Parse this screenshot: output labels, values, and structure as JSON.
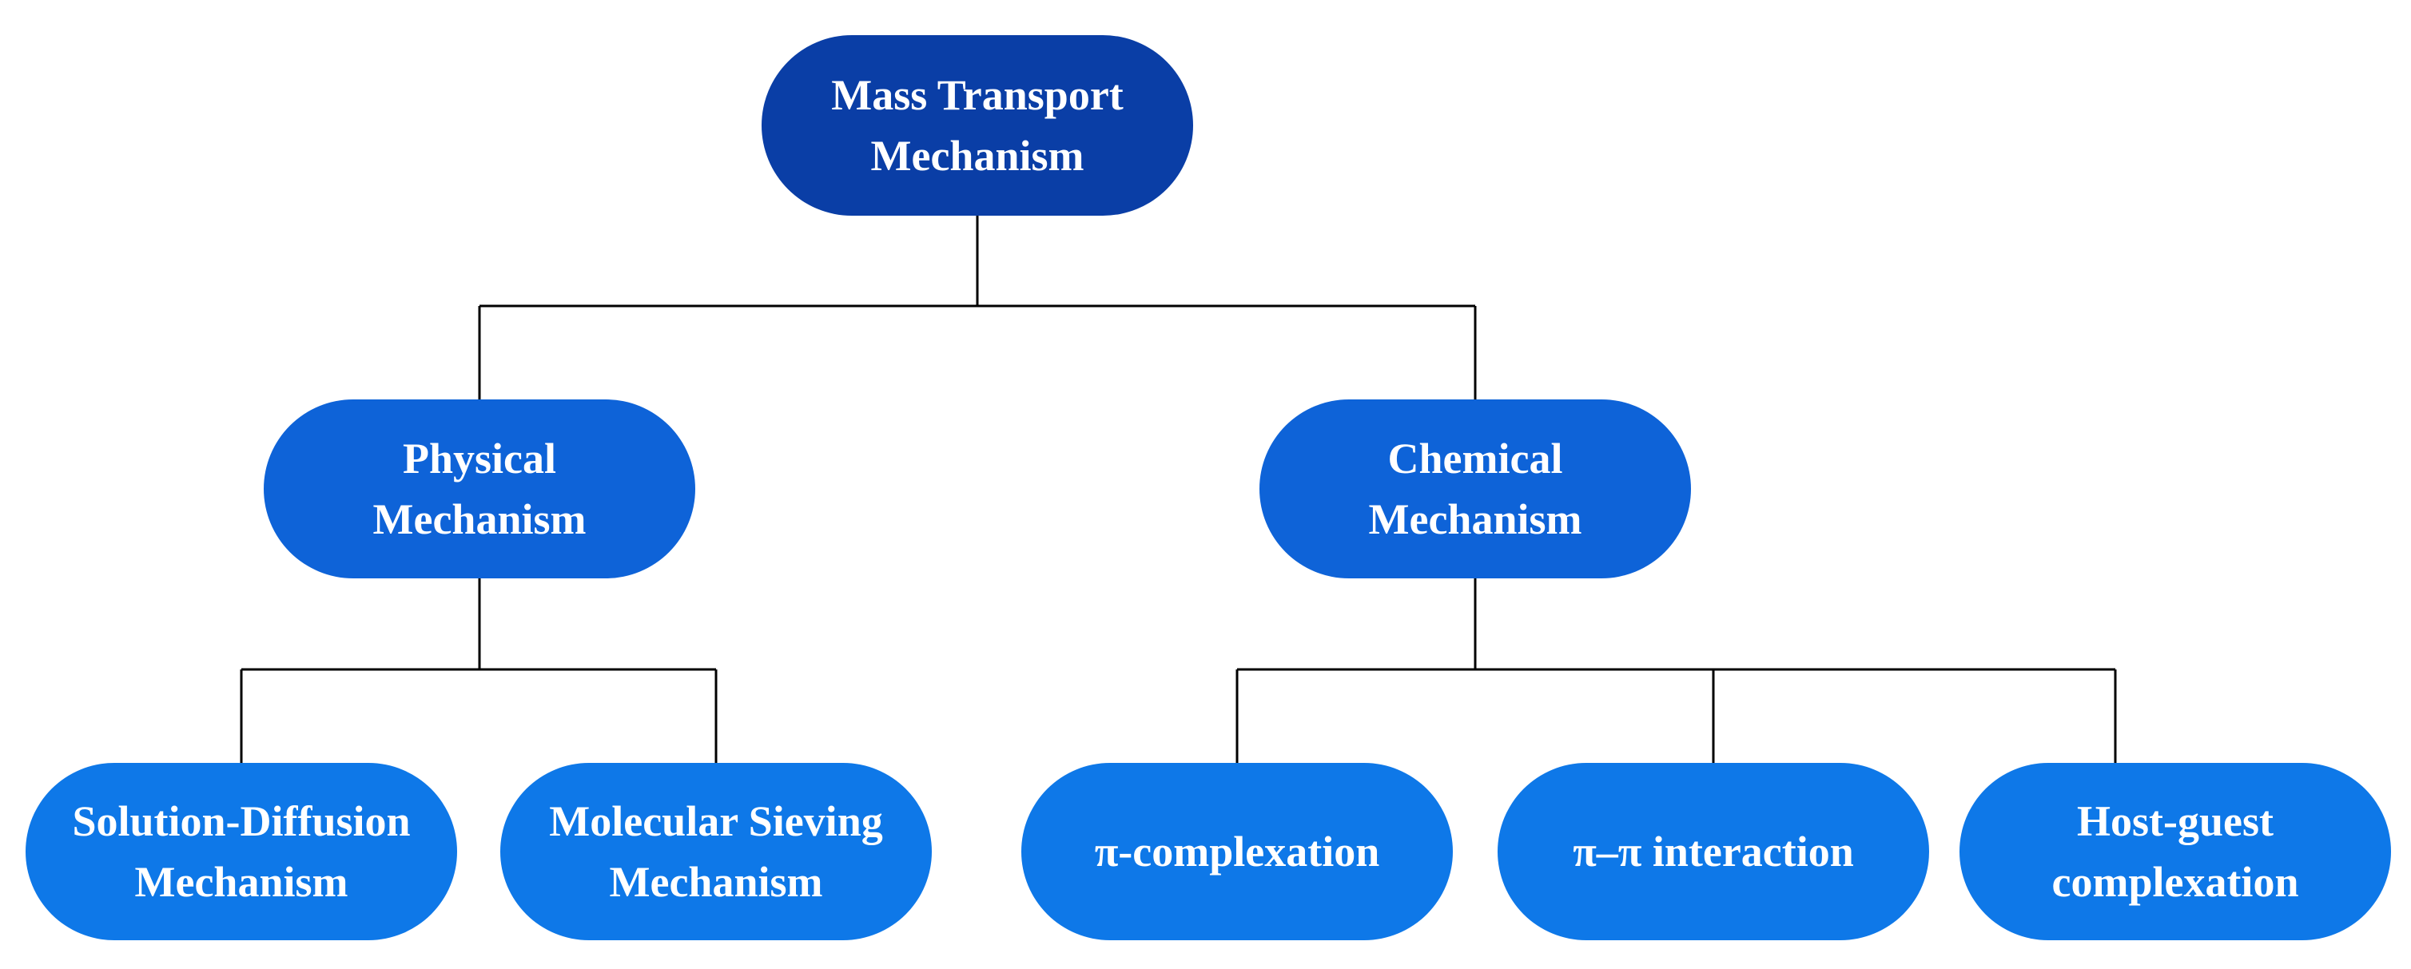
{
  "colors": {
    "root_fill": "#0a3ea6",
    "category_fill": "#0e63d8",
    "leaf_fill": "#0e78e8",
    "text": "#ffffff",
    "connector": "#000000",
    "background": "#ffffff"
  },
  "diagram": {
    "root": {
      "line1": "Mass Transport",
      "line2": "Mechanism"
    },
    "categories": [
      {
        "line1": "Physical",
        "line2": "Mechanism",
        "children": [
          {
            "line1": "Solution-Diffusion",
            "line2": "Mechanism"
          },
          {
            "line1": "Molecular Sieving",
            "line2": "Mechanism"
          }
        ]
      },
      {
        "line1": "Chemical",
        "line2": "Mechanism",
        "children": [
          {
            "line1": "π-complexation",
            "line2": ""
          },
          {
            "line1": "π–π interaction",
            "line2": ""
          },
          {
            "line1": "Host-guest",
            "line2": "complexation"
          }
        ]
      }
    ]
  }
}
